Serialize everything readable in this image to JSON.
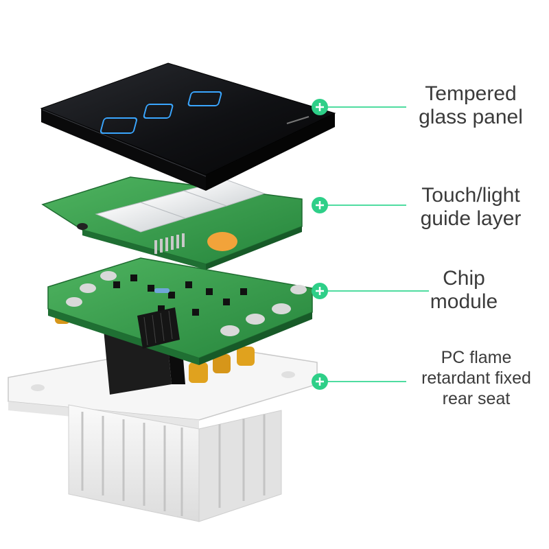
{
  "callouts": {
    "glass": {
      "line1": "Tempered",
      "line2": "glass panel"
    },
    "touch": {
      "line1": "Touch/light",
      "line2": "guide layer"
    },
    "chip": {
      "line1": "Chip",
      "line2": "module"
    },
    "seat": {
      "line1": "PC flame",
      "line2": "retardant fixed",
      "line3": "rear seat"
    }
  },
  "colors": {
    "marker": "#2ecf88",
    "leader_line": "#4fdca0",
    "pcb_green": "#2f9a4a",
    "glass_black": "#121316",
    "touch_key_blue": "#3aa6ff",
    "label_text": "#3b3b3b",
    "rear_seat_white": "#f4f4f4"
  },
  "icons": [
    "plus-marker-icon"
  ]
}
